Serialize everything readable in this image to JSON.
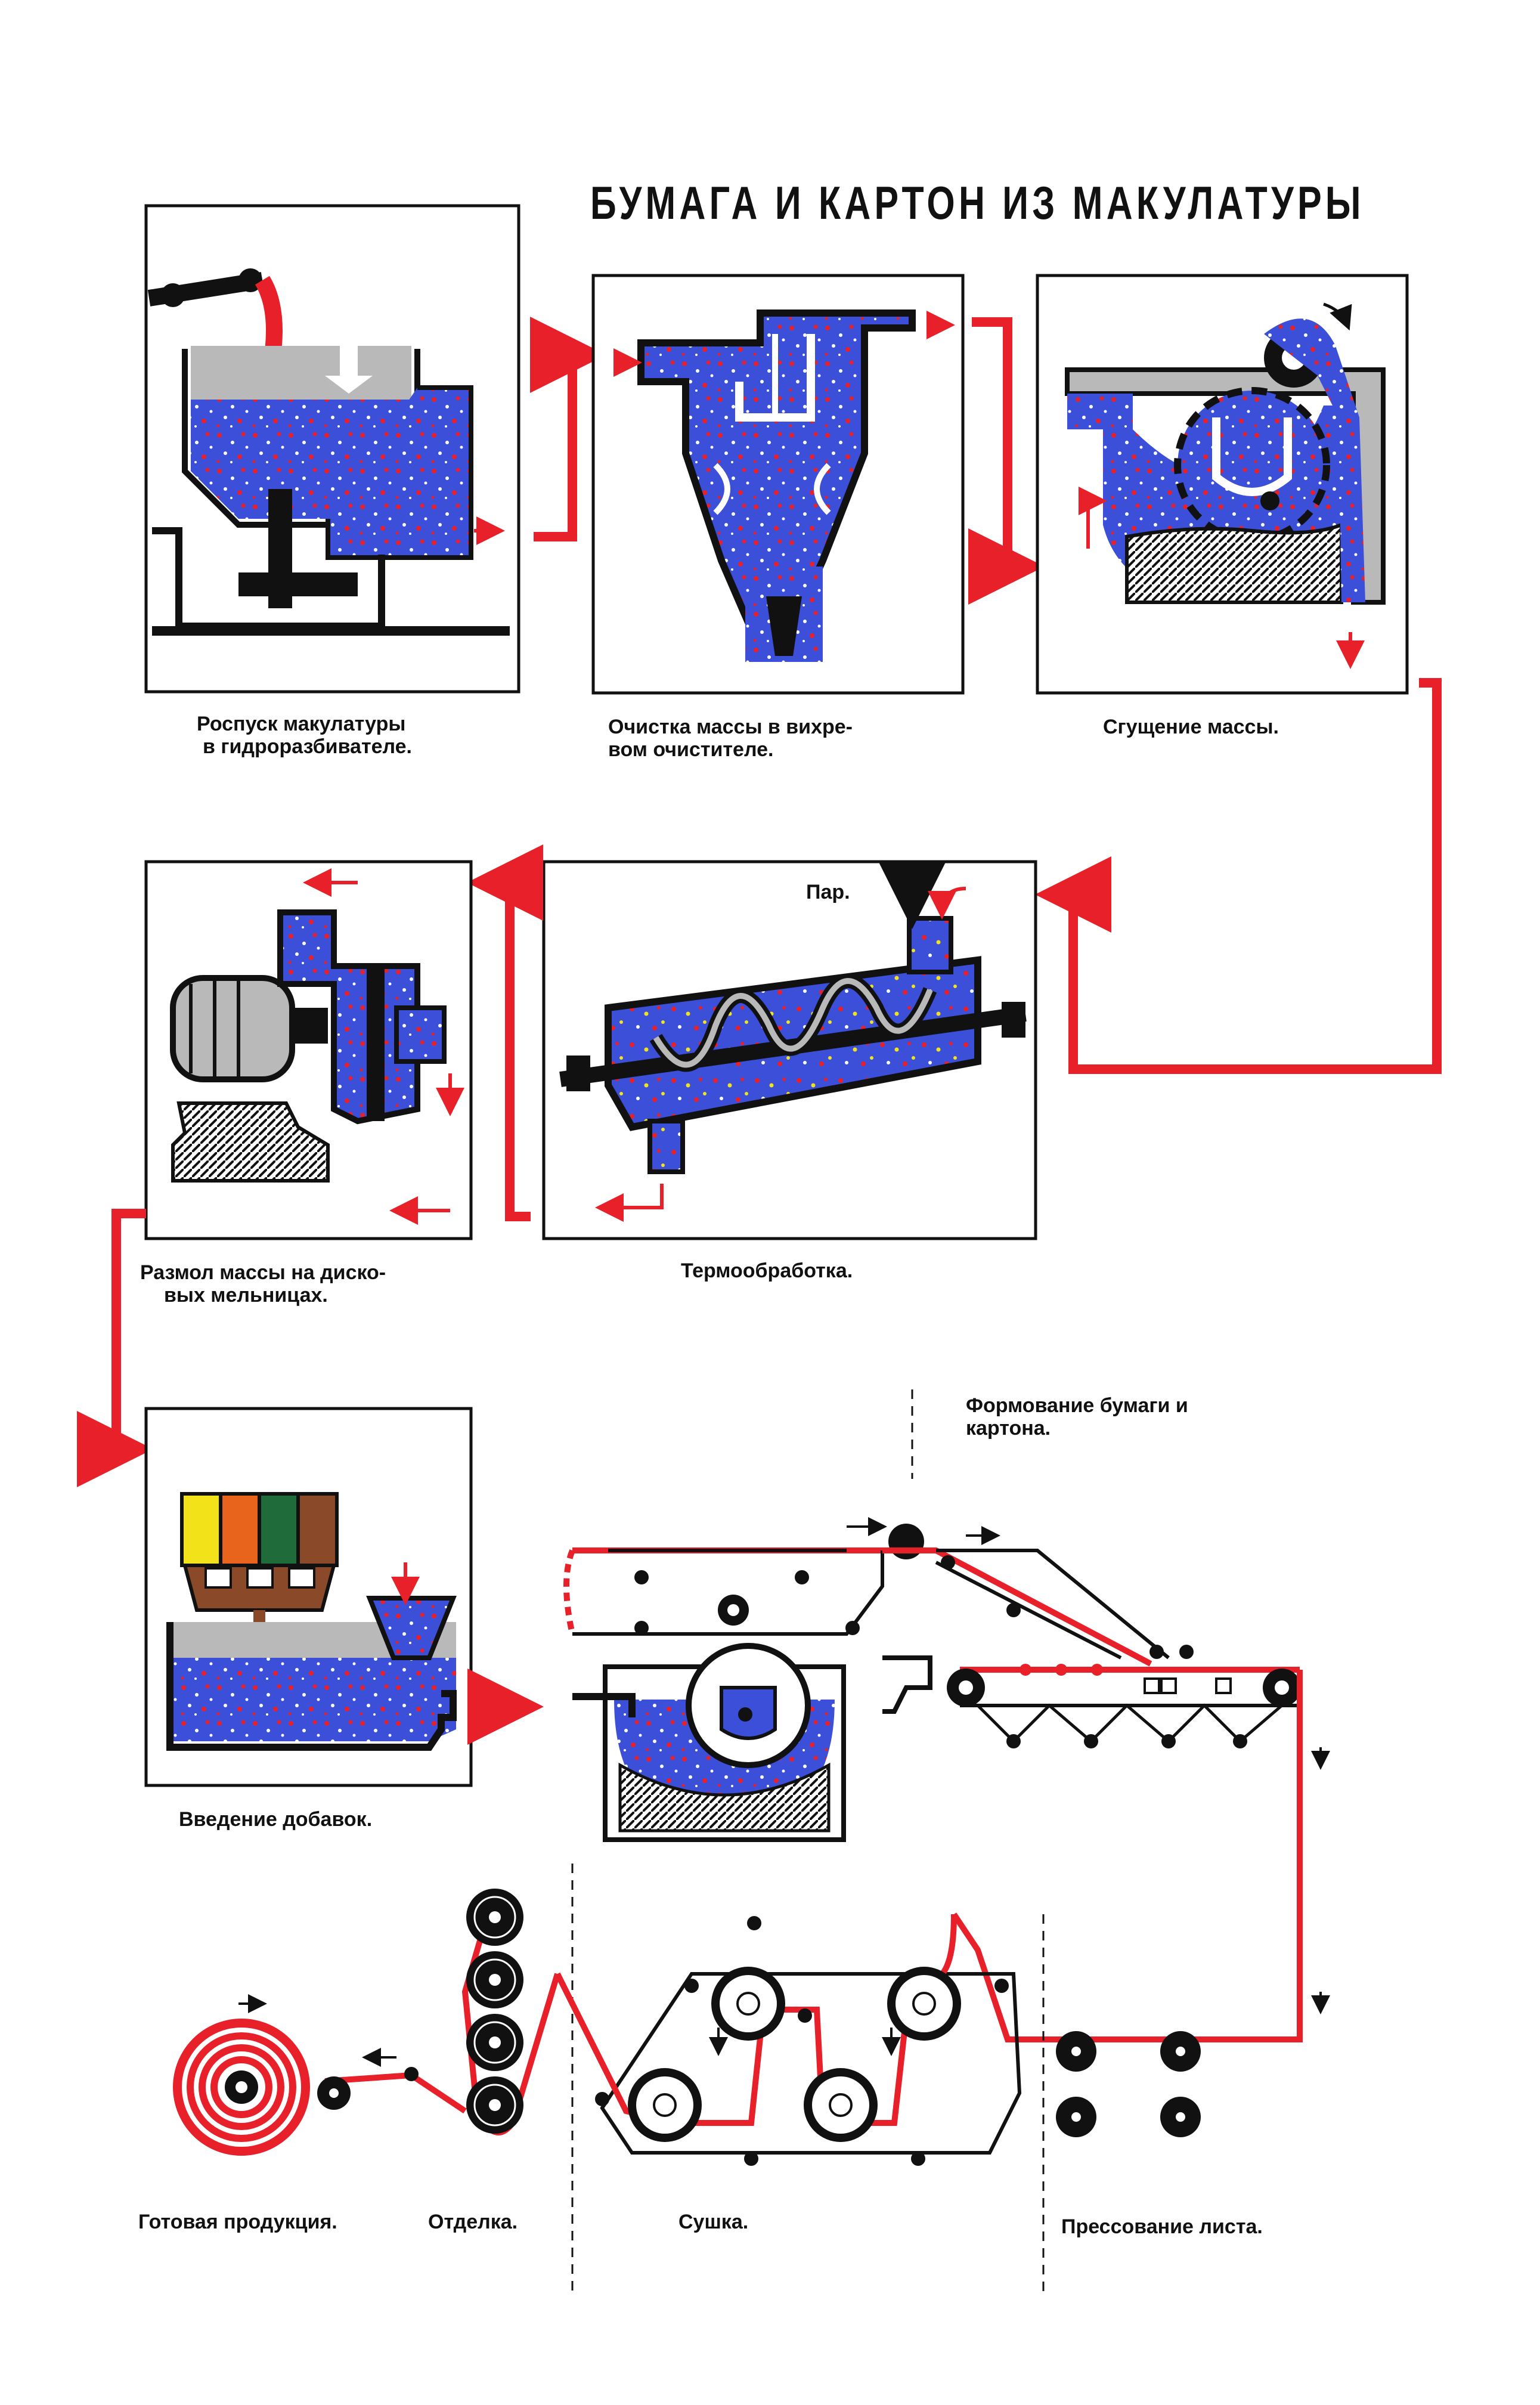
{
  "title": "БУМАГА И КАРТОН ИЗ МАКУЛАТУРЫ",
  "steps": {
    "repulping": {
      "line1": "Роспуск макулатуры",
      "line2": "в гидроразбивателе."
    },
    "cleaning": {
      "line1": "Очистка массы в вихре-",
      "line2": "вом очистителе."
    },
    "thickening": {
      "line1": "Сгущение массы."
    },
    "heat": {
      "line1": "Термообработка.",
      "steam": "Пар."
    },
    "refining": {
      "line1": "Размол массы на диско-",
      "line2": "вых мельницах."
    },
    "additives": {
      "line1": "Введение добавок."
    },
    "forming": {
      "line1": "Формование бумаги и",
      "line2": "картона."
    },
    "pressing": {
      "line1": "Прессование листа."
    },
    "drying": {
      "line1": "Сушка."
    },
    "finishing": {
      "line1": "Отделка."
    },
    "product": {
      "line1": "Готовая продукция."
    }
  },
  "colors": {
    "blue": "#3b4fd8",
    "red": "#e8202a",
    "black": "#111111",
    "grey": "#b9b9b9",
    "yellow": "#f2e21a",
    "orange": "#e8641c",
    "green": "#1f6b3a",
    "brown": "#8a4a2a"
  }
}
